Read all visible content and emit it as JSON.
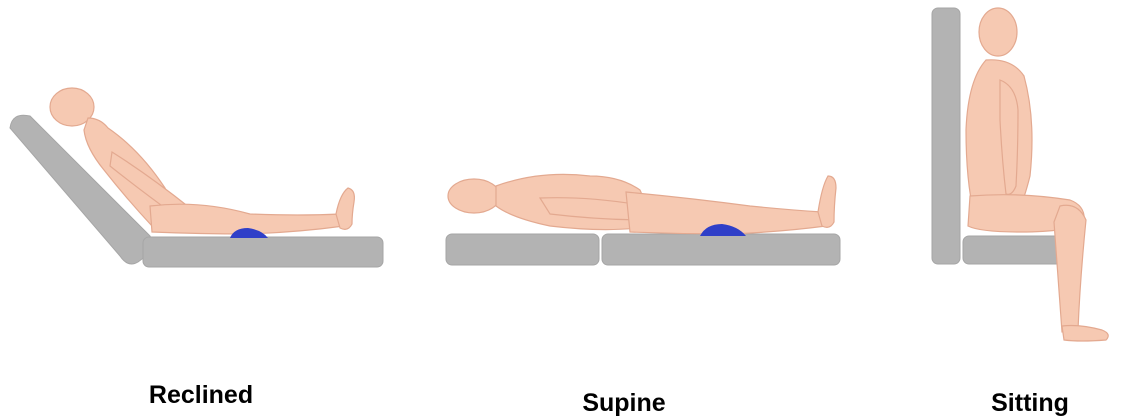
{
  "figure": {
    "panels": [
      {
        "label": "Reclined",
        "icon": "reclined-person-icon"
      },
      {
        "label": "Supine",
        "icon": "supine-person-icon"
      },
      {
        "label": "Sitting",
        "icon": "sitting-person-icon"
      }
    ],
    "colors": {
      "mattress": "#b3b3b3",
      "mattress_edge": "#a2a2a2",
      "skin": "#f6c9b2",
      "skin_shade": "#e3a990",
      "wedge": "#2f3fc8"
    }
  }
}
